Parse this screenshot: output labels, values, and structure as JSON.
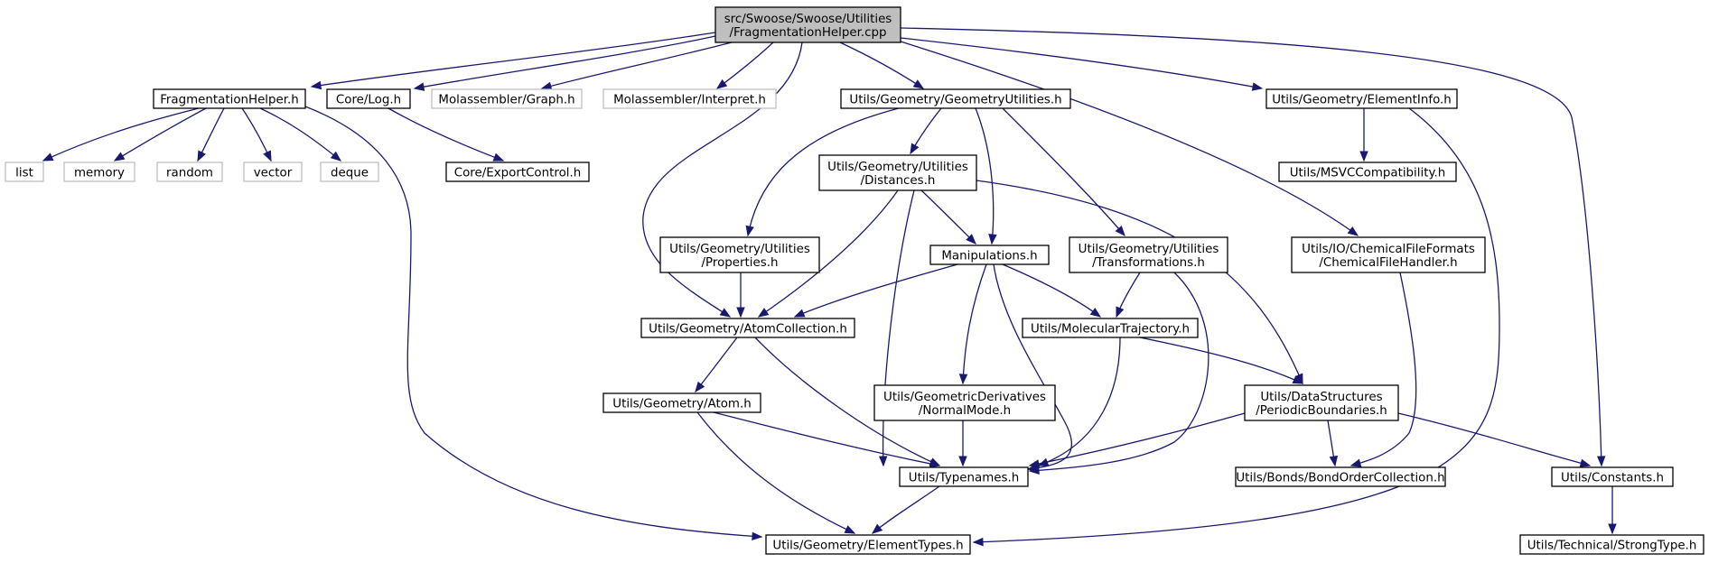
{
  "diagram": {
    "type": "include-dependency-graph",
    "nodes": [
      {
        "id": "root",
        "lines": [
          "src/Swoose/Swoose/Utilities",
          "/FragmentationHelper.cpp"
        ],
        "style": "root"
      },
      {
        "id": "fragh",
        "lines": [
          "FragmentationHelper.h"
        ],
        "style": "normal"
      },
      {
        "id": "corelog",
        "lines": [
          "Core/Log.h"
        ],
        "style": "normal"
      },
      {
        "id": "molgraph",
        "lines": [
          "Molassembler/Graph.h"
        ],
        "style": "missing"
      },
      {
        "id": "molinterp",
        "lines": [
          "Molassembler/Interpret.h"
        ],
        "style": "missing"
      },
      {
        "id": "geomutil",
        "lines": [
          "Utils/Geometry/GeometryUtilities.h"
        ],
        "style": "normal"
      },
      {
        "id": "eleminfo",
        "lines": [
          "Utils/Geometry/ElementInfo.h"
        ],
        "style": "normal"
      },
      {
        "id": "list",
        "lines": [
          "list"
        ],
        "style": "missing"
      },
      {
        "id": "memory",
        "lines": [
          "memory"
        ],
        "style": "missing"
      },
      {
        "id": "random",
        "lines": [
          "random"
        ],
        "style": "missing"
      },
      {
        "id": "vector",
        "lines": [
          "vector"
        ],
        "style": "missing"
      },
      {
        "id": "deque",
        "lines": [
          "deque"
        ],
        "style": "missing"
      },
      {
        "id": "exportctl",
        "lines": [
          "Core/ExportControl.h"
        ],
        "style": "normal"
      },
      {
        "id": "distances",
        "lines": [
          "Utils/Geometry/Utilities",
          "/Distances.h"
        ],
        "style": "normal"
      },
      {
        "id": "msvc",
        "lines": [
          "Utils/MSVCCompatibility.h"
        ],
        "style": "normal"
      },
      {
        "id": "properties",
        "lines": [
          "Utils/Geometry/Utilities",
          "/Properties.h"
        ],
        "style": "normal"
      },
      {
        "id": "manip",
        "lines": [
          "Manipulations.h"
        ],
        "style": "normal"
      },
      {
        "id": "transf",
        "lines": [
          "Utils/Geometry/Utilities",
          "/Transformations.h"
        ],
        "style": "normal"
      },
      {
        "id": "chemfile",
        "lines": [
          "Utils/IO/ChemicalFileFormats",
          "/ChemicalFileHandler.h"
        ],
        "style": "normal"
      },
      {
        "id": "atomcoll",
        "lines": [
          "Utils/Geometry/AtomCollection.h"
        ],
        "style": "normal"
      },
      {
        "id": "moltraj",
        "lines": [
          "Utils/MolecularTrajectory.h"
        ],
        "style": "normal"
      },
      {
        "id": "atom",
        "lines": [
          "Utils/Geometry/Atom.h"
        ],
        "style": "normal"
      },
      {
        "id": "normalmode",
        "lines": [
          "Utils/GeometricDerivatives",
          "/NormalMode.h"
        ],
        "style": "normal"
      },
      {
        "id": "periodic",
        "lines": [
          "Utils/DataStructures",
          "/PeriodicBoundaries.h"
        ],
        "style": "normal"
      },
      {
        "id": "typenames",
        "lines": [
          "Utils/Typenames.h"
        ],
        "style": "normal"
      },
      {
        "id": "bondorder",
        "lines": [
          "Utils/Bonds/BondOrderCollection.h"
        ],
        "style": "normal"
      },
      {
        "id": "constants",
        "lines": [
          "Utils/Constants.h"
        ],
        "style": "normal"
      },
      {
        "id": "elemtypes",
        "lines": [
          "Utils/Geometry/ElementTypes.h"
        ],
        "style": "normal"
      },
      {
        "id": "strongtype",
        "lines": [
          "Utils/Technical/StrongType.h"
        ],
        "style": "normal"
      }
    ],
    "edges": [
      {
        "from": "root",
        "to": "fragh"
      },
      {
        "from": "root",
        "to": "corelog"
      },
      {
        "from": "root",
        "to": "molgraph"
      },
      {
        "from": "root",
        "to": "molinterp"
      },
      {
        "from": "root",
        "to": "geomutil"
      },
      {
        "from": "root",
        "to": "eleminfo"
      },
      {
        "from": "root",
        "to": "atomcoll"
      },
      {
        "from": "root",
        "to": "chemfile"
      },
      {
        "from": "root",
        "to": "constants"
      },
      {
        "from": "fragh",
        "to": "list"
      },
      {
        "from": "fragh",
        "to": "memory"
      },
      {
        "from": "fragh",
        "to": "random"
      },
      {
        "from": "fragh",
        "to": "vector"
      },
      {
        "from": "fragh",
        "to": "deque"
      },
      {
        "from": "fragh",
        "to": "elemtypes"
      },
      {
        "from": "corelog",
        "to": "exportctl"
      },
      {
        "from": "geomutil",
        "to": "distances"
      },
      {
        "from": "geomutil",
        "to": "properties"
      },
      {
        "from": "geomutil",
        "to": "manip"
      },
      {
        "from": "geomutil",
        "to": "transf"
      },
      {
        "from": "eleminfo",
        "to": "msvc"
      },
      {
        "from": "eleminfo",
        "to": "elemtypes"
      },
      {
        "from": "distances",
        "to": "manip"
      },
      {
        "from": "distances",
        "to": "atomcoll"
      },
      {
        "from": "distances",
        "to": "typenames"
      },
      {
        "from": "distances",
        "to": "periodic"
      },
      {
        "from": "properties",
        "to": "atomcoll"
      },
      {
        "from": "manip",
        "to": "atomcoll"
      },
      {
        "from": "manip",
        "to": "moltraj"
      },
      {
        "from": "manip",
        "to": "normalmode"
      },
      {
        "from": "manip",
        "to": "typenames"
      },
      {
        "from": "transf",
        "to": "moltraj"
      },
      {
        "from": "transf",
        "to": "typenames"
      },
      {
        "from": "chemfile",
        "to": "bondorder"
      },
      {
        "from": "atomcoll",
        "to": "atom"
      },
      {
        "from": "atomcoll",
        "to": "typenames"
      },
      {
        "from": "moltraj",
        "to": "typenames"
      },
      {
        "from": "moltraj",
        "to": "periodic"
      },
      {
        "from": "atom",
        "to": "typenames"
      },
      {
        "from": "atom",
        "to": "elemtypes"
      },
      {
        "from": "normalmode",
        "to": "typenames"
      },
      {
        "from": "periodic",
        "to": "typenames"
      },
      {
        "from": "periodic",
        "to": "bondorder"
      },
      {
        "from": "periodic",
        "to": "constants"
      },
      {
        "from": "typenames",
        "to": "elemtypes"
      },
      {
        "from": "constants",
        "to": "strongtype"
      }
    ]
  }
}
